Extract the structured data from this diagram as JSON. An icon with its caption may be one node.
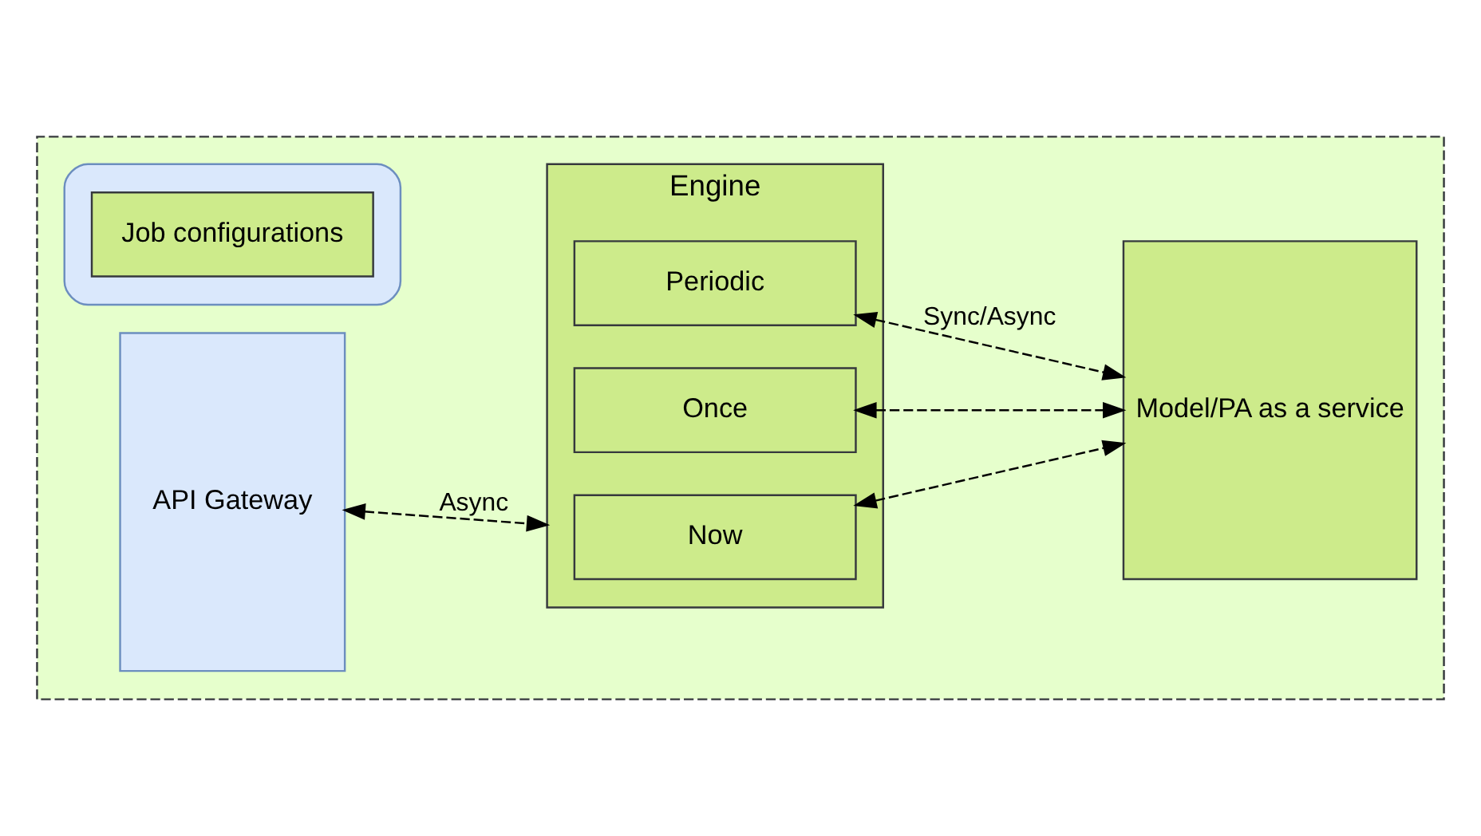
{
  "diagram": {
    "nodes": [
      {
        "text": [],
        "shape": "box"
      },
      {
        "text": [
          "API Gateway"
        ],
        "in": 0
      },
      {
        "text": [
          "Engine"
        ],
        "in": 0
      },
      {
        "text": [
          "Now"
        ],
        "in": 2
      },
      {
        "text": [
          "Once"
        ],
        "in": 2
      },
      {
        "text": [
          "Periodic"
        ],
        "in": 2
      },
      {
        "text": [
          "Model/PA as a service"
        ],
        "in": 0
      },
      {
        "text": [],
        "shape": "cylinder",
        "in": 0
      },
      {
        "text": [
          "Job configurations"
        ],
        "in": 7
      }
    ],
    "edges": [
      {
        "from": 1,
        "to": 2,
        "arrow": "both",
        "style": "dashed",
        "label": "Async"
      },
      {
        "from": 3,
        "to": 6,
        "arrow": "both",
        "style": "dashed"
      },
      {
        "from": 4,
        "to": 6,
        "arrow": "both",
        "style": "dashed"
      },
      {
        "from": 5,
        "to": 6,
        "arrow": "both",
        "style": "dashed",
        "label": "Sync/Async"
      }
    ]
  }
}
